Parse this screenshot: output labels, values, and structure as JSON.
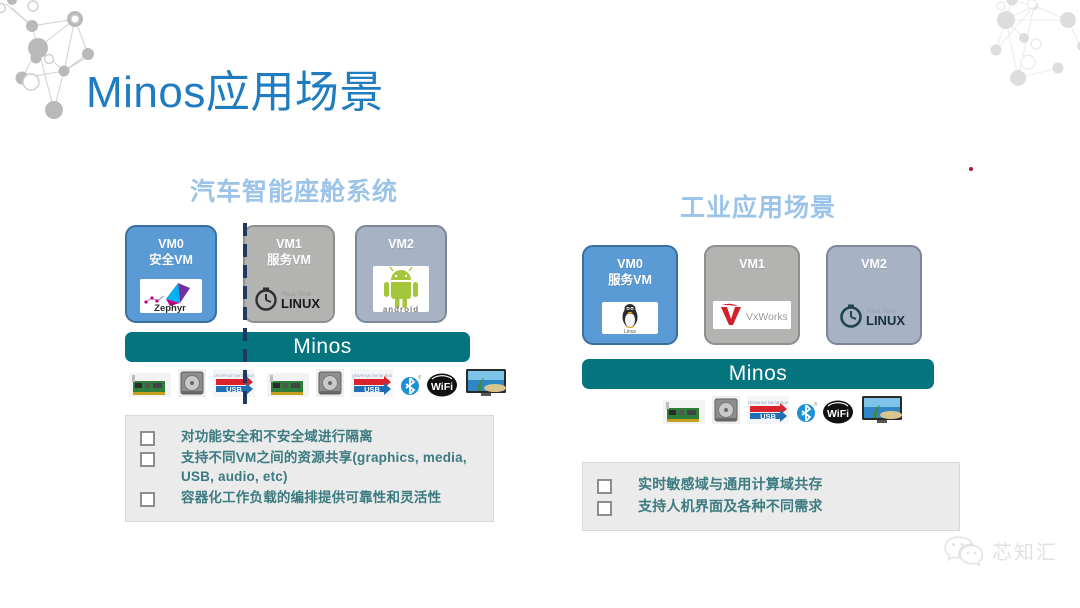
{
  "slide": {
    "title": "Minos应用场景",
    "title_color": "#1f7cc0",
    "background": "#ffffff"
  },
  "decor": {
    "top_left_icon": "network-nodes-icon",
    "top_right_icon": "network-nodes-icon",
    "accent_dot_color": "#b01b37"
  },
  "left_scenario": {
    "heading": "汽车智能座舱系统",
    "heading_color": "#9cc3e8",
    "divider": "dashed-isolation-line",
    "vms": [
      {
        "id": "vm0",
        "label": "VM0\n安全VM",
        "style": "blue",
        "color": "#5b9bd5",
        "logo": "zephyr-logo",
        "logo_text": "Zephyr"
      },
      {
        "id": "vm1",
        "label": "VM1\n服务VM",
        "style": "gray",
        "color": "#b3b3b1",
        "logo": "real-time-linux-logo",
        "logo_text": "LINUX"
      },
      {
        "id": "vm2",
        "label": "VM2",
        "style": "bluegray",
        "color": "#a7b3c5",
        "logo": "android-logo",
        "logo_text": "android"
      }
    ],
    "hypervisor": {
      "label": "Minos",
      "color": "#04757f"
    },
    "hardware_icons_group1": [
      "nic-card-icon",
      "hard-disk-icon",
      "usb-icon"
    ],
    "hardware_icons_group2": [
      "nic-card-icon",
      "hard-disk-icon",
      "usb-icon",
      "bluetooth-icon",
      "wifi-icon",
      "display-icon"
    ],
    "bullets": [
      "对功能安全和不安全域进行隔离",
      "支持不同VM之间的资源共享(graphics, media, USB, audio, etc)",
      "容器化工作负载的编排提供可靠性和灵活性"
    ],
    "bullet_text_color": "#3c7b80",
    "bullet_card_bg": "#ebebeb"
  },
  "right_scenario": {
    "heading": "工业应用场景",
    "heading_color": "#9cc3e8",
    "vms": [
      {
        "id": "vm0",
        "label": "VM0\n服务VM",
        "style": "blue",
        "color": "#5b9bd5",
        "logo": "linux-tux-logo",
        "logo_text": "Linux"
      },
      {
        "id": "vm1",
        "label": "VM1",
        "style": "gray",
        "color": "#b3b3b1",
        "logo": "vxworks-logo",
        "logo_text": "VxWorks"
      },
      {
        "id": "vm2",
        "label": "VM2",
        "style": "bluegray",
        "color": "#a7b3c5",
        "logo": "real-time-linux-logo",
        "logo_text": "LINUX"
      }
    ],
    "hypervisor": {
      "label": "Minos",
      "color": "#04757f"
    },
    "hardware_icons": [
      "nic-card-icon",
      "hard-disk-icon",
      "usb-icon",
      "bluetooth-icon",
      "wifi-icon",
      "display-icon"
    ],
    "bullets": [
      "实时敏感域与通用计算域共存",
      "支持人机界面及各种不同需求"
    ],
    "bullet_text_color": "#3c7b80",
    "bullet_card_bg": "#ebebeb"
  },
  "watermark": {
    "icon": "wechat-icon",
    "text": "芯知汇"
  }
}
